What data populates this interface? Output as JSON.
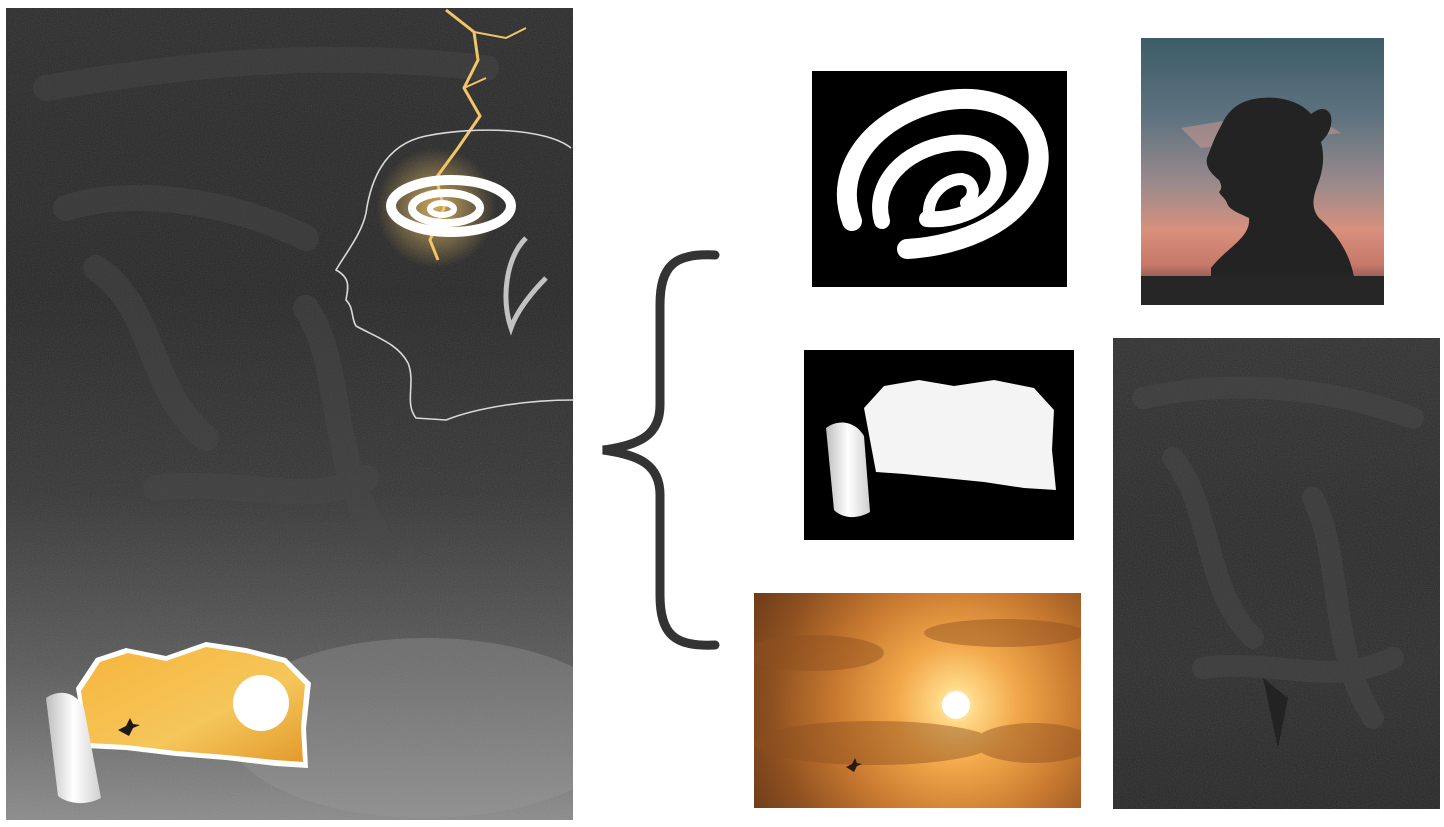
{
  "composite": {
    "icons": [
      "lightning-icon",
      "spiral-icon",
      "profile-silhouette-icon",
      "torn-paper-icon",
      "sun-icon",
      "bird-icon"
    ]
  },
  "sources": {
    "items": [
      "spiral-mask",
      "woman-silhouette-photo",
      "torn-paper-mask",
      "sunset-photo",
      "chalkboard-texture"
    ]
  },
  "colors": {
    "chalkboard": "#2a2a2a",
    "chalk": "#ffffff",
    "lightning": "#f2c568",
    "sunset": "#f2a84a",
    "sky_blue": "#3c5c68",
    "brace": "#333333"
  }
}
